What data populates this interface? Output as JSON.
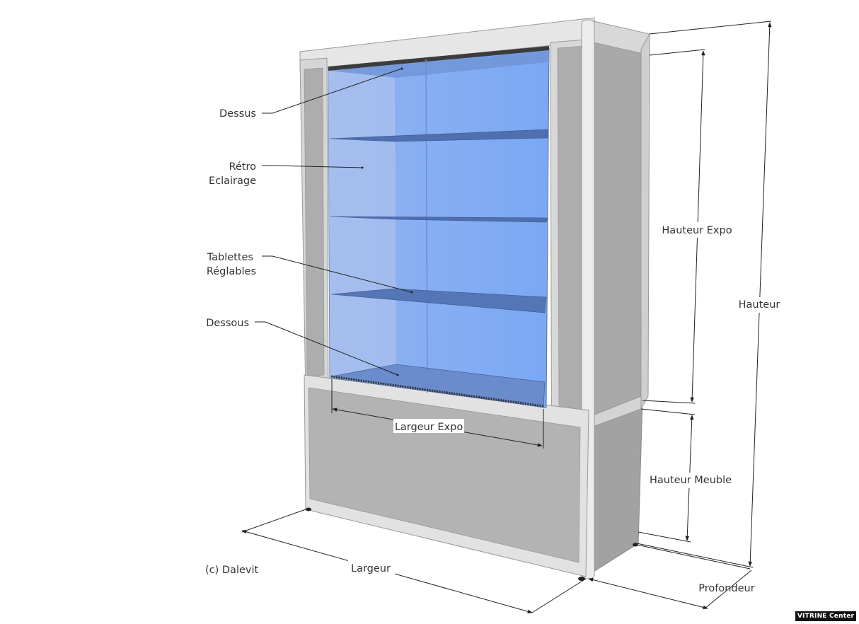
{
  "labels": {
    "dessus": "Dessus",
    "retro_line1": "Rétro",
    "retro_line2": "Eclairage",
    "tablettes_line1": "Tablettes",
    "tablettes_line2": "Réglables",
    "dessous": "Dessous",
    "largeur_expo": "Largeur Expo",
    "hauteur_expo": "Hauteur Expo",
    "hauteur": "Hauteur",
    "hauteur_meuble": "Hauteur Meuble",
    "largeur": "Largeur",
    "profondeur": "Profondeur",
    "copyright": "(c) Dalevit"
  },
  "watermark": "VITRINE Center",
  "colors": {
    "glass_blue": "#7eaaf2",
    "shelf_blue": "#5b7fc4",
    "frame_light": "#e4e4e4",
    "panel_gray": "#b4b4b4",
    "side_gray": "#a8a8a8"
  }
}
